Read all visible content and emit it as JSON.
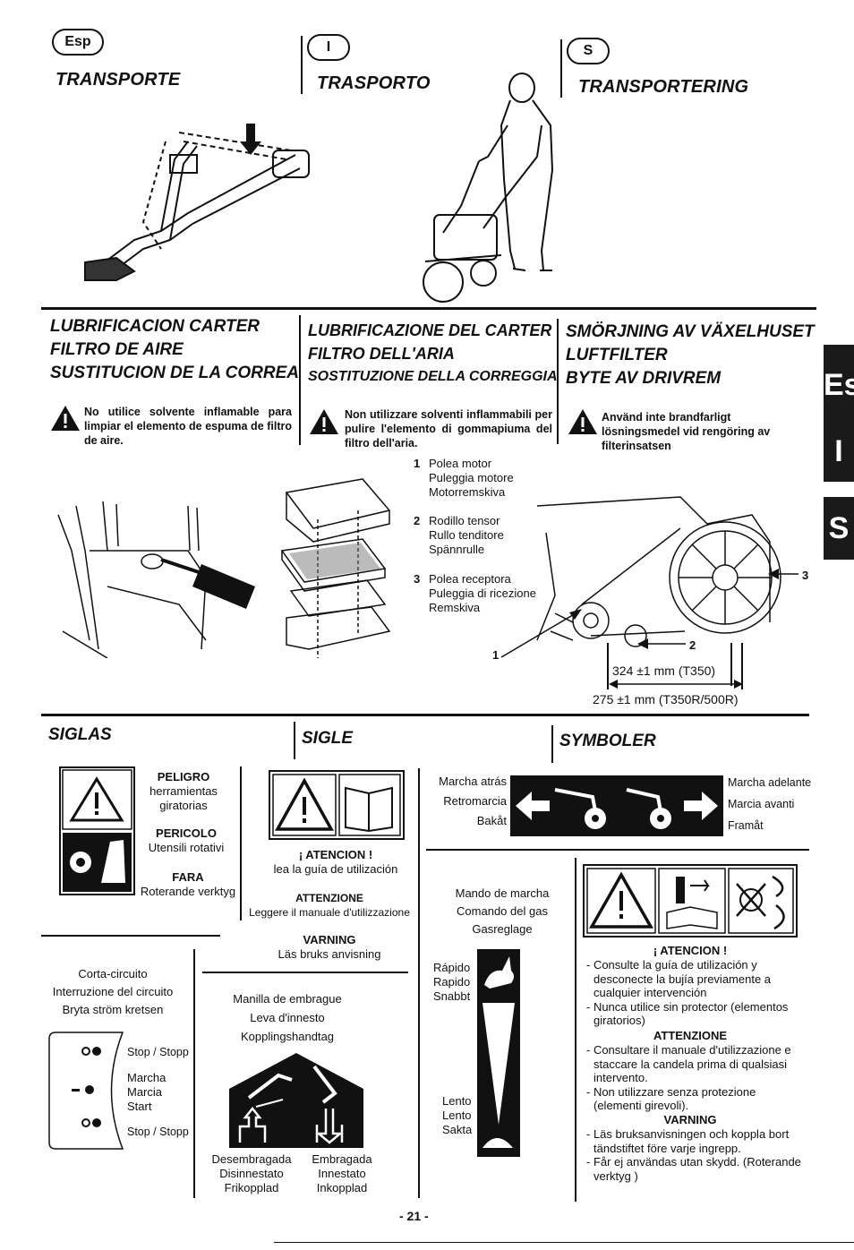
{
  "header": {
    "badges": [
      "Esp",
      "I",
      "S"
    ],
    "titles": [
      "TRANSPORTE",
      "TRASPORTO",
      "TRANSPORTERING"
    ]
  },
  "lubrication": {
    "titles": {
      "es": [
        "LUBRIFICACION CARTER",
        "FILTRO DE AIRE",
        "SUSTITUCION DE LA CORREA"
      ],
      "it": [
        "LUBRIFICAZIONE DEL CARTER",
        "FILTRO DELL'ARIA",
        "SOSTITUZIONE DELLA CORREGGIA"
      ],
      "sv": [
        "SMÖRJNING AV VÄXELHUSET",
        "LUFTFILTER",
        "BYTE AV DRIVREM"
      ]
    },
    "warnings": {
      "es": "No utilice solvente inflamable para limpiar el elemento de espuma de filtro de aire.",
      "it": "Non utilizzare solventi inflammabili per pulire l'elemento di gommapiuma del filtro dell'aria.",
      "sv": "Använd inte brandfarligt lösningsmedel vid rengöring av filterinsatsen"
    },
    "parts": [
      {
        "num": "1",
        "es": "Polea motor",
        "it": "Puleggia motore",
        "sv": "Motorremskiva"
      },
      {
        "num": "2",
        "es": "Rodillo tensor",
        "it": "Rullo tenditore",
        "sv": "Spännrulle"
      },
      {
        "num": "3",
        "es": "Polea receptora",
        "it": "Puleggia di ricezione",
        "sv": "Remskiva"
      }
    ],
    "callouts": [
      "1",
      "2",
      "3"
    ],
    "dim1": "324 ±1 mm (T350)",
    "dim2": "275 ±1 mm (T350R/500R)"
  },
  "tabs": [
    "Es",
    "I",
    "S"
  ],
  "symbols": {
    "titles": [
      "SIGLAS",
      "SIGLE",
      "SYMBOLER"
    ],
    "danger": {
      "h1": "PELIGRO",
      "t1a": "herramientas",
      "t1b": "giratorias",
      "h2": "PERICOLO",
      "t2": "Utensili rotativi",
      "h3": "FARA",
      "t3": "Roterande verktyg"
    },
    "manual": {
      "h1": "¡ ATENCION !",
      "t1": "lea la guía de utilización",
      "h2": "ATTENZIONE",
      "t2": "Leggere il manuale d'utilizzazione",
      "h3": "VARNING",
      "t3": "Läs bruks anvisning"
    },
    "gear": {
      "rev": [
        "Marcha atrás",
        "Retromarcia",
        "Bakåt"
      ],
      "fwd": [
        "Marcha adelante",
        "Marcia avanti",
        "Framåt"
      ]
    },
    "circuit": {
      "labels": [
        "Corta-circuito",
        "Interruzione del circuito",
        "Bryta ström kretsen"
      ],
      "stop1": "Stop / Stopp",
      "run": [
        "Marcha",
        "Marcia",
        "Start"
      ],
      "stop2": "Stop / Stopp"
    },
    "clutch": {
      "labels": [
        "Manilla de embrague",
        "Leva d'innesto",
        "Kopplingshandtag"
      ],
      "off": [
        "Desembragada",
        "Disinnestato",
        "Frikopplad"
      ],
      "on": [
        "Embragada",
        "Innestato",
        "Inkopplad"
      ]
    },
    "throttle": {
      "labels": [
        "Mando de marcha",
        "Comando del gas",
        "Gasreglage"
      ],
      "fast": [
        "Rápido",
        "Rapido",
        "Snabbt"
      ],
      "slow": [
        "Lento",
        "Lento",
        "Sakta"
      ]
    },
    "service": {
      "h1": "¡ ATENCION !",
      "es": [
        "- Consulte la guía de utilización y desconecte la bujía previamente a cualquier intervención",
        "- Nunca utilice sin protector (elementos giratorios)"
      ],
      "h2": "ATTENZIONE",
      "it": [
        "- Consultare il manuale d'utilizzazione e staccare la candela prima di qualsiasi intervento.",
        "- Non utilizzare senza protezione (elementi girevoli)."
      ],
      "h3": "VARNING",
      "sv": [
        "- Läs bruksanvisningen och koppla bort tändstiftet före varje ingrepp.",
        "- Får ej användas utan skydd. (Roterande verktyg )"
      ]
    }
  },
  "footer": {
    "page": "- 21 -"
  }
}
